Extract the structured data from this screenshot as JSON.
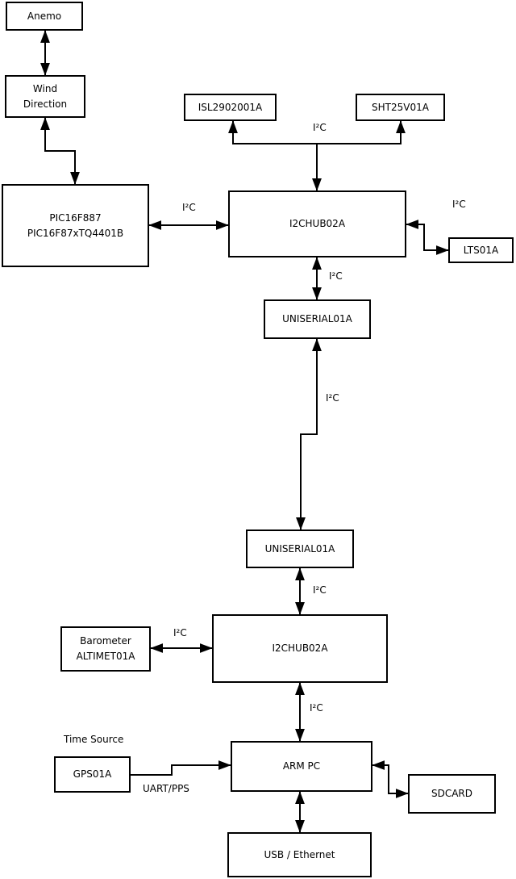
{
  "nodes": {
    "anemo": {
      "label": "Anemo"
    },
    "wind_direction": {
      "line1": "Wind",
      "line2": "Direction"
    },
    "pic": {
      "line1": "PIC16F887",
      "line2": "PIC16F87xTQ4401B"
    },
    "isl": {
      "label": "ISL2902001A"
    },
    "sht": {
      "label": "SHT25V01A"
    },
    "hub1": {
      "label": "I2CHUB02A"
    },
    "lts": {
      "label": "LTS01A"
    },
    "uniserial1": {
      "label": "UNISERIAL01A"
    },
    "uniserial2": {
      "label": "UNISERIAL01A"
    },
    "hub2": {
      "label": "I2CHUB02A"
    },
    "barometer": {
      "line1": "Barometer",
      "line2": "ALTIMET01A"
    },
    "gps": {
      "label": "GPS01A"
    },
    "arm_pc": {
      "label": "ARM PC"
    },
    "sdcard": {
      "label": "SDCARD"
    },
    "usb_ethernet": {
      "label": "USB / Ethernet"
    }
  },
  "edge_labels": {
    "i2c_pic_hub1": "I²C",
    "i2c_hub1_sensors": "I²C",
    "i2c_hub1_lts": "I²C",
    "i2c_hub1_uniserial1": "I²C",
    "i2c_uniserial_link": "I²C",
    "i2c_uniserial2_hub2": "I²C",
    "i2c_barometer_hub2": "I²C",
    "i2c_hub2_armpc": "I²C",
    "time_source": "Time Source",
    "uart_pps": "UART/PPS"
  },
  "colors": {
    "line": "#000000",
    "box-fill": "#ffffff",
    "text": "#000000",
    "background": "#ffffff"
  }
}
